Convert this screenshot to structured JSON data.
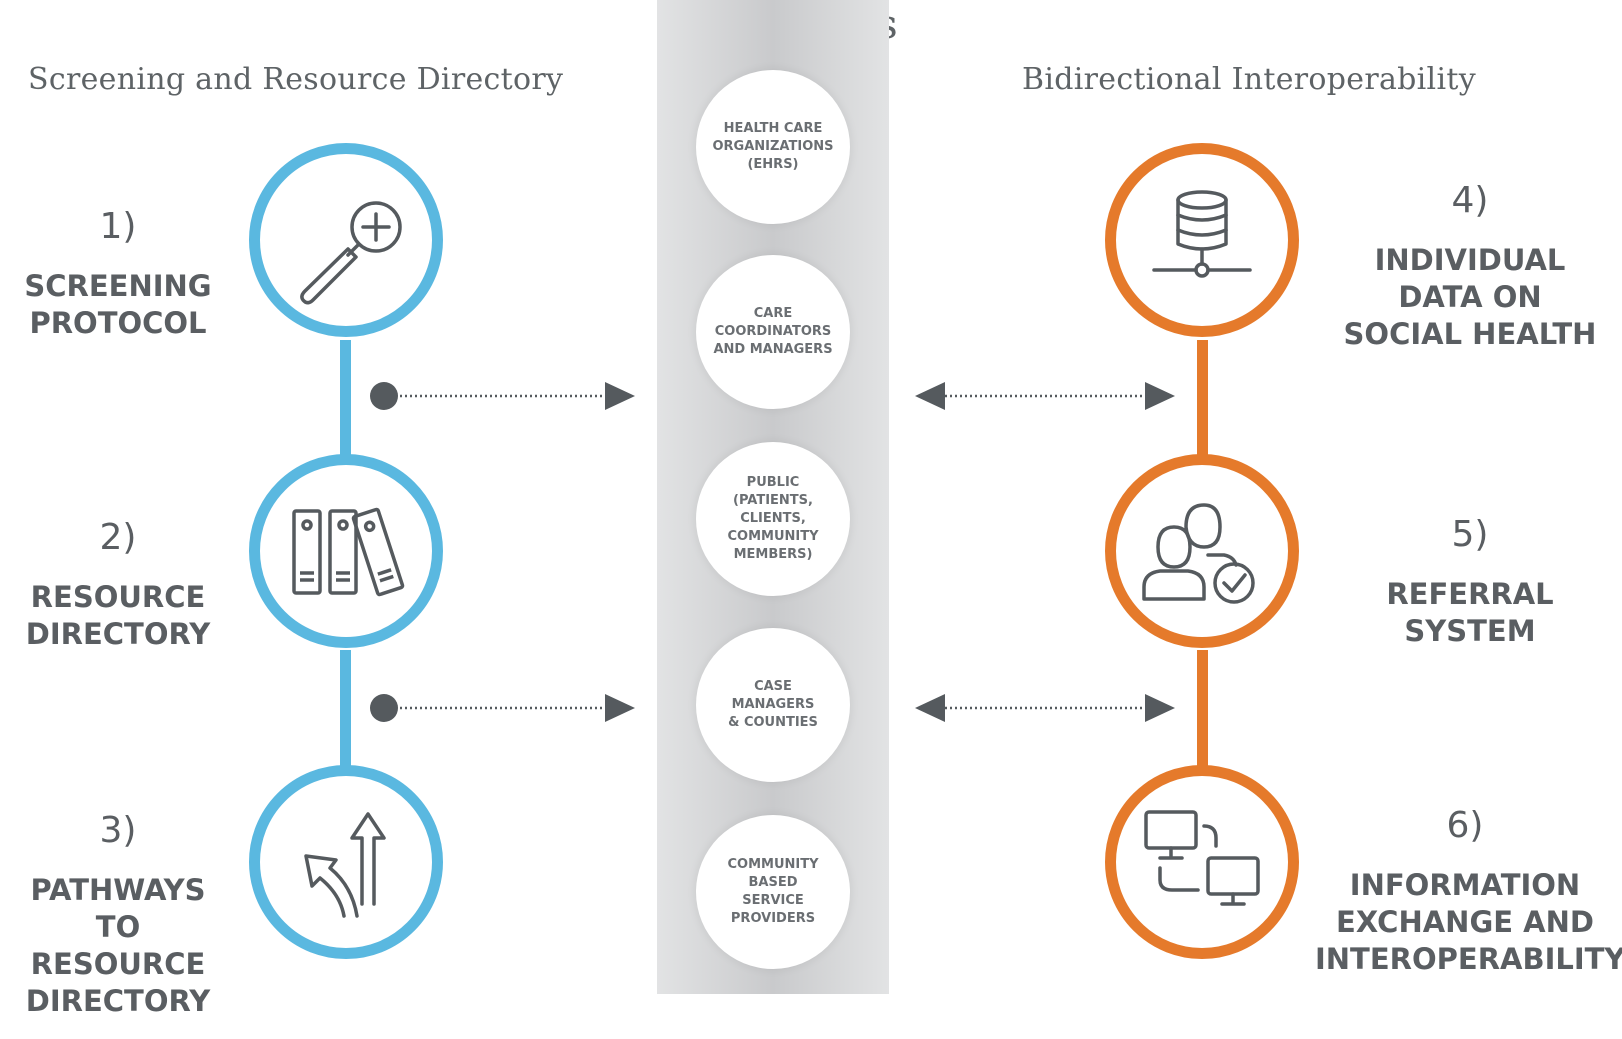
{
  "headings": {
    "left": "Screening and Resource Directory",
    "center": "Partners",
    "right": "Bidirectional Interoperability"
  },
  "left_steps": [
    {
      "number": "1)",
      "text": "SCREENING\nPROTOCOL",
      "icon": "magnifier-plus-icon"
    },
    {
      "number": "2)",
      "text": "RESOURCE\nDIRECTORY",
      "icon": "binders-icon"
    },
    {
      "number": "3)",
      "text": "PATHWAYS TO\nRESOURCE\nDIRECTORY",
      "icon": "split-arrows-icon"
    }
  ],
  "right_steps": [
    {
      "number": "4)",
      "text": "INDIVIDUAL\nDATA ON\nSOCIAL HEALTH",
      "icon": "database-icon"
    },
    {
      "number": "5)",
      "text": "REFERRAL\nSYSTEM",
      "icon": "users-check-icon"
    },
    {
      "number": "6)",
      "text": "INFORMATION\nEXCHANGE AND\nINTEROPERABILITY",
      "icon": "computers-exchange-icon"
    }
  ],
  "partners": [
    "HEALTH CARE\nORGANIZATIONS\n(EHRs)",
    "CARE\nCOORDINATORS\nAND MANAGERS",
    "PUBLIC\n(PATIENTS,\nCLIENTS,\nCOMMUNITY\nMEMBERS)",
    "CASE\nMANAGERS\n& COUNTIES",
    "COMMUNITY\nBASED\nSERVICE\nPROVIDERS"
  ],
  "colors": {
    "left_accent": "#5ab8e0",
    "right_accent": "#e57a2b",
    "text": "#5a5e62",
    "arrow": "#555a5e"
  }
}
